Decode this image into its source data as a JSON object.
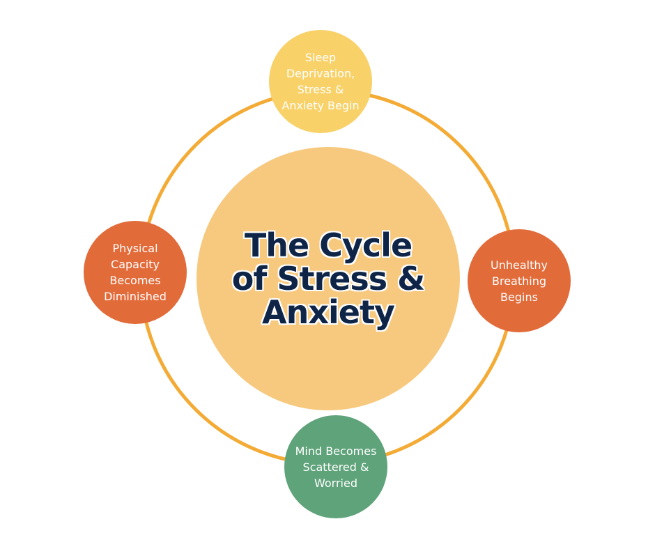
{
  "diagram": {
    "title": "The Cycle of Stress & Anxiety",
    "title_lines": [
      "The Cycle",
      "of Stress &",
      "Anxiety"
    ],
    "colors": {
      "ring": "#f4ab36",
      "center": "#f7c97e",
      "title_text": "#0f2547",
      "node_yellow": "#f8d168",
      "node_orange": "#e26b3a",
      "node_green": "#5fa37a",
      "node_text": "#ffffff"
    },
    "nodes": [
      {
        "id": "top",
        "lines": [
          "Sleep",
          "Deprivation,",
          "Stress &",
          "Anxiety Begin"
        ],
        "color": "#f8d168"
      },
      {
        "id": "right",
        "lines": [
          "Unhealthy",
          "Breathing",
          "Begins"
        ],
        "color": "#e26b3a"
      },
      {
        "id": "bottom",
        "lines": [
          "Mind Becomes",
          "Scattered &",
          "Worried"
        ],
        "color": "#5fa37a"
      },
      {
        "id": "left",
        "lines": [
          "Physical",
          "Capacity",
          "Becomes",
          "Diminished"
        ],
        "color": "#e26b3a"
      }
    ]
  }
}
